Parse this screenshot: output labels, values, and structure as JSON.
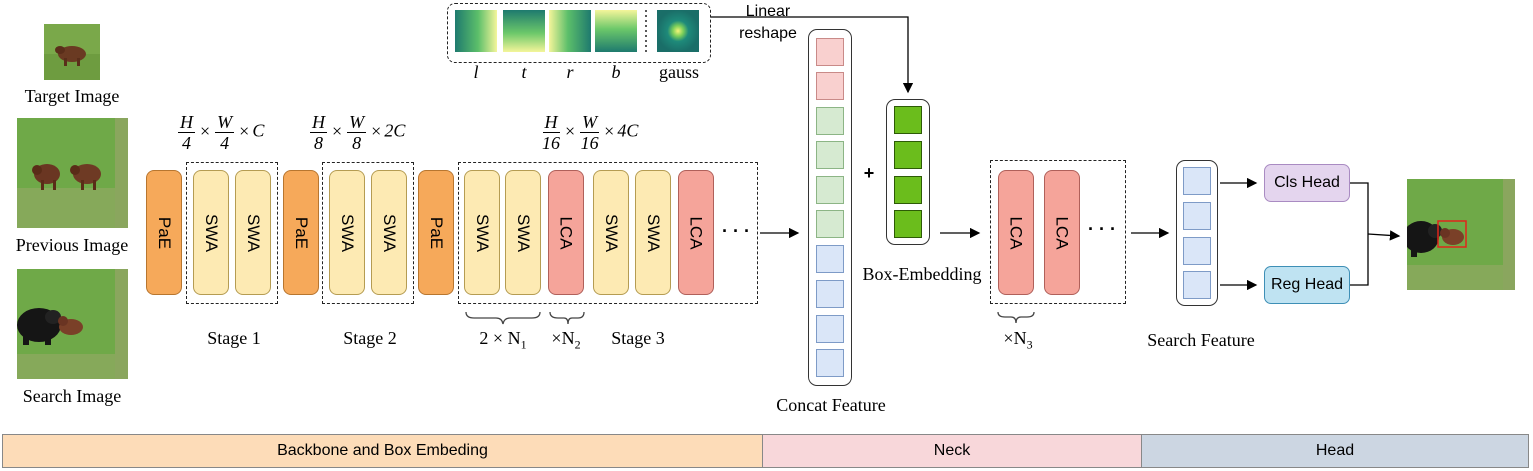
{
  "images": {
    "target_label": "Target Image",
    "previous_label": "Previous Image",
    "search_label": "Search Image"
  },
  "heatmaps": {
    "labels": [
      "l",
      "t",
      "r",
      "b"
    ],
    "gauss_label": "gauss",
    "linear_reshape_1": "Linear",
    "linear_reshape_2": "reshape"
  },
  "stage1": {
    "dims": {
      "h": "H",
      "h_den": "4",
      "w": "W",
      "w_den": "4",
      "c": "C"
    },
    "label": "Stage 1"
  },
  "stage2": {
    "dims": {
      "h": "H",
      "h_den": "8",
      "w": "W",
      "w_den": "8",
      "c": "2C"
    },
    "label": "Stage 2"
  },
  "stage3": {
    "dims": {
      "h": "H",
      "h_den": "16",
      "w": "W",
      "w_den": "16",
      "c": "4C"
    },
    "label": "Stage 3",
    "n1": "2 × N",
    "n1_sub": "1",
    "n2": "×N",
    "n2_sub": "2"
  },
  "blocks": {
    "pae": "PaE",
    "swa": "SWA",
    "lca": "LCA",
    "ellipsis": "· · ·"
  },
  "op_times": "×",
  "plus": "+",
  "concat_label": "Concat Feature",
  "box_embedding_label": "Box-Embedding",
  "neck": {
    "n3": "×N",
    "n3_sub": "3"
  },
  "search_feature_label": "Search Feature",
  "heads": {
    "cls": "Cls Head",
    "reg": "Reg Head"
  },
  "bottom_bar": {
    "backbone": "Backbone and Box Embeding",
    "neck": "Neck",
    "head": "Head"
  },
  "colors": {
    "pae": "#f6a95a",
    "swa": "#fdeab3",
    "lca": "#f5a49a",
    "cls_head": "#e4d5ee",
    "reg_head": "#bfe3f2",
    "bar_backbone": "#fddcb8",
    "bar_neck": "#f8d7da",
    "bar_head": "#ccd6e2"
  }
}
